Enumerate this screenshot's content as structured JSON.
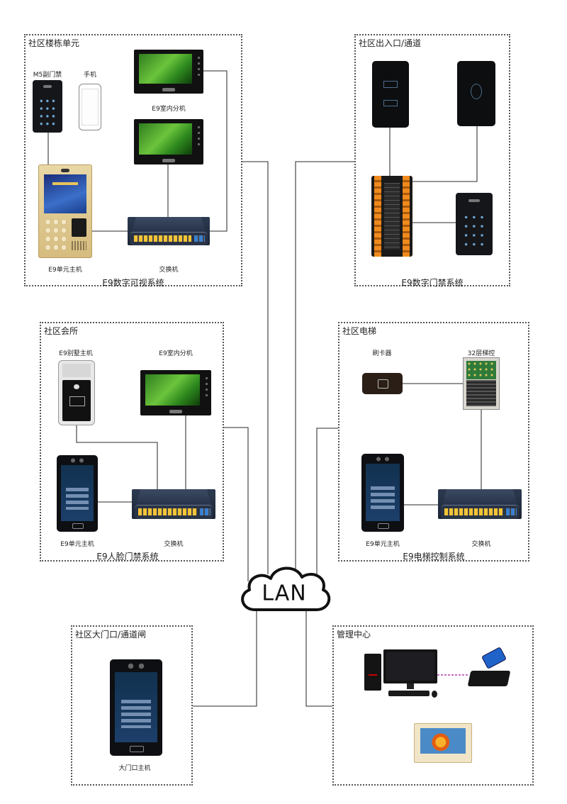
{
  "colors": {
    "line": "#555555",
    "magenta_link": "#b53bb3",
    "switch_port_yellow": "#f2c437",
    "switch_port_blue": "#3b7fcf"
  },
  "lan": {
    "label": "LAN"
  },
  "building": {
    "title": "社区楼栋单元",
    "caption": "E9数字可视系统",
    "labels": {
      "m5": "M5副门禁",
      "phone": "手机",
      "indoor": "E9室内分机",
      "unit_host": "E9单元主机",
      "switch": "交换机"
    }
  },
  "entrance": {
    "title": "社区出入口/通道",
    "caption": "E9数字门禁系统"
  },
  "clubhouse": {
    "title": "社区会所",
    "caption": "E9人脸门禁系统",
    "labels": {
      "villa_host": "E9别墅主机",
      "indoor": "E9室内分机",
      "unit_host": "E9单元主机",
      "switch": "交换机"
    }
  },
  "elevator": {
    "title": "社区电梯",
    "caption": "E9电梯控制系统",
    "labels": {
      "card_reader": "刷卡器",
      "floor_control": "32层梯控",
      "unit_host": "E9单元主机",
      "switch": "交换机"
    }
  },
  "gate": {
    "title": "社区大门口/通道闸",
    "labels": {
      "gate_host": "大门口主机"
    }
  },
  "management": {
    "title": "管理中心"
  }
}
